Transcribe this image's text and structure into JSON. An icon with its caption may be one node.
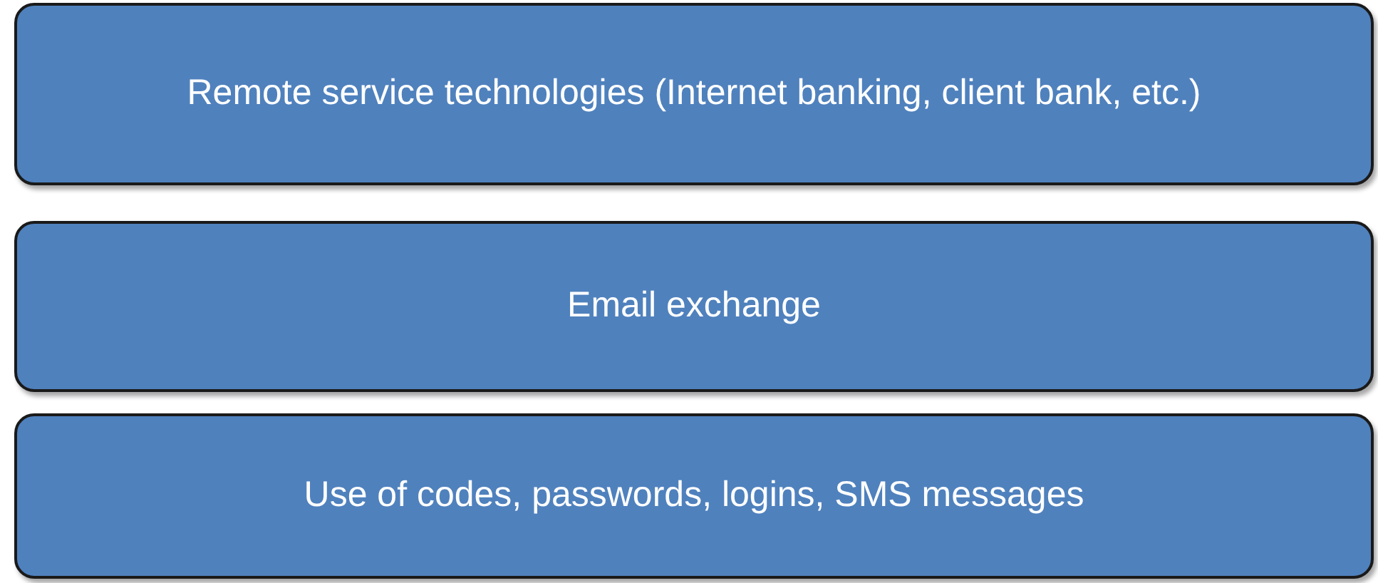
{
  "diagram": {
    "nodes": [
      {
        "text": [
          "Remote service technologies (Internet banking, client bank, etc.)"
        ]
      },
      {
        "text": [
          "Email exchange"
        ]
      },
      {
        "text": [
          "Use of codes, passwords, logins, SMS messages"
        ]
      }
    ]
  }
}
